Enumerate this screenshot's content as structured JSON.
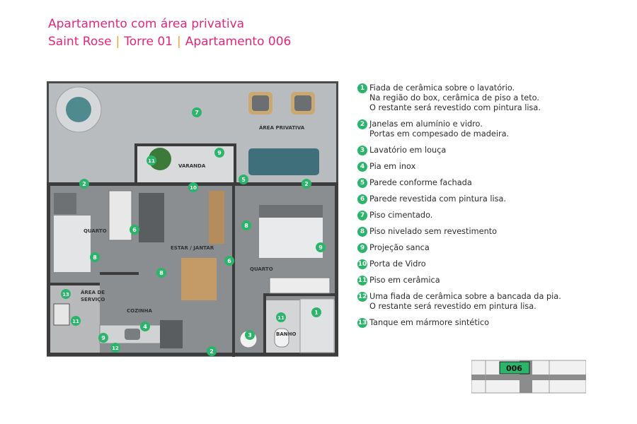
{
  "header": {
    "title": "Apartamento com área privativa",
    "project": "Saint Rose",
    "tower": "Torre 01",
    "unit": "Apartamento 006"
  },
  "rooms": {
    "area_privativa": "ÁREA PRIVATIVA",
    "varanda": "VARANDA",
    "quarto_left": "QUARTO",
    "estar_jantar": "ESTAR / JANTAR",
    "quarto_right": "QUARTO",
    "area_servico_1": "ÁREA DE",
    "area_servico_2": "SERVIÇO",
    "cozinha": "COZINHA",
    "banho": "BANHO"
  },
  "legend": [
    {
      "num": "1",
      "text": "Fiada de cerâmica sobre o lavatório.\nNa região do box, cerâmica de piso a teto.\nO restante será revestido com pintura lisa."
    },
    {
      "num": "2",
      "text": "Janelas em alumínio e vidro.\nPortas em compesado de madeira."
    },
    {
      "num": "3",
      "text": "Lavatório em louça"
    },
    {
      "num": "4",
      "text": "Pia em inox"
    },
    {
      "num": "5",
      "text": "Parede conforme fachada"
    },
    {
      "num": "6",
      "text": "Parede revestida com pintura lisa."
    },
    {
      "num": "7",
      "text": "Piso cimentado."
    },
    {
      "num": "8",
      "text": "Piso nivelado sem revestimento"
    },
    {
      "num": "9",
      "text": "Projeção sanca"
    },
    {
      "num": "10",
      "text": "Porta de Vidro"
    },
    {
      "num": "11",
      "text": "Piso em cerâmica"
    },
    {
      "num": "12",
      "text": "Uma fiada de cerâmica sobre a bancada da pia.\nO restante será revestido em pintura lisa."
    },
    {
      "num": "13",
      "text": "Tanque em mármore sintético"
    }
  ],
  "keyplan": {
    "unit_label": "006"
  },
  "colors": {
    "accent_pink": "#e6267a",
    "separator": "#f0a030",
    "marker_green": "#2bb56b"
  }
}
